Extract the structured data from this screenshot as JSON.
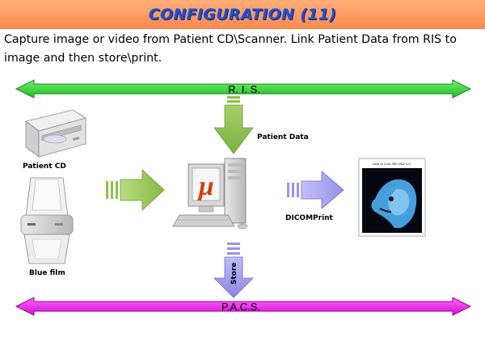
{
  "header": {
    "title": "CONFIGURATION (11)"
  },
  "description": "Capture image or video from Patient CD\\Scanner. Link Patient Data from RIS to image and then store\\print.",
  "diagram": {
    "ris_bus": {
      "label": "R. I. S.",
      "color": "#33cc33"
    },
    "pacs_bus": {
      "label": "P.A.C.S.",
      "color": "#ee22ee"
    },
    "patient_data_label": "Patient Data",
    "patient_cd_label": "Patient CD",
    "blue_film_label": "Blue film",
    "dicom_print_label": "DICOMPrint",
    "store_label": "Store",
    "workstation_logo": "µ",
    "print_preview_caption": "Casa di Cura SRO DAZ s.r.l.",
    "colors": {
      "title_text": "#2050d0",
      "title_bar": "#ff9860",
      "green_arrow": "#8fbe4e",
      "purple_arrow": "#a8a0ee"
    }
  }
}
